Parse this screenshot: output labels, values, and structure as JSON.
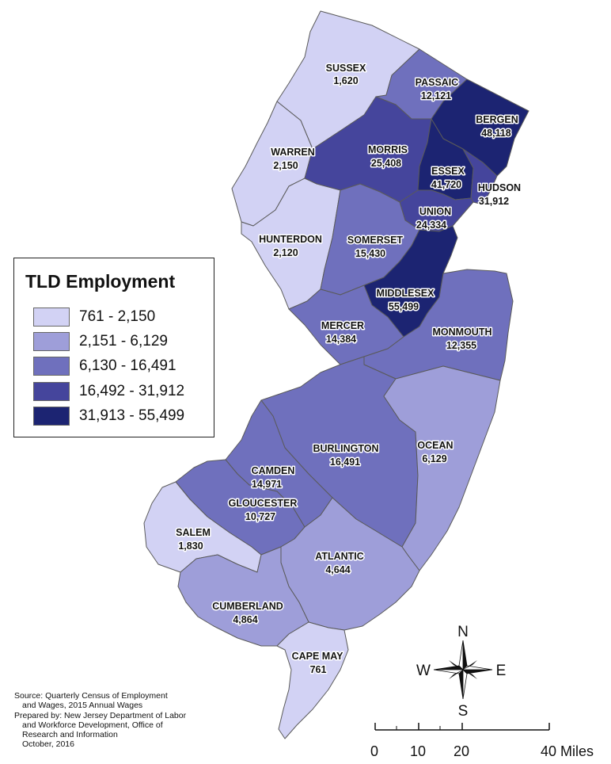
{
  "legend": {
    "title": "TLD Employment",
    "classes": [
      {
        "label": "761 - 2,150",
        "color": "#d2d2f4"
      },
      {
        "label": "2,151 - 6,129",
        "color": "#9e9ed9"
      },
      {
        "label": "6,130 - 16,491",
        "color": "#6f70bd"
      },
      {
        "label": "16,492 - 31,912",
        "color": "#45459c"
      },
      {
        "label": "31,913 - 55,499",
        "color": "#1c2472"
      }
    ]
  },
  "counties": {
    "sussex": {
      "name": "SUSSEX",
      "value": "1,620",
      "class": 0
    },
    "passaic": {
      "name": "PASSAIC",
      "value": "12,121",
      "class": 2
    },
    "bergen": {
      "name": "BERGEN",
      "value": "48,118",
      "class": 4
    },
    "warren": {
      "name": "WARREN",
      "value": "2,150",
      "class": 0
    },
    "morris": {
      "name": "MORRIS",
      "value": "25,408",
      "class": 3
    },
    "essex": {
      "name": "ESSEX",
      "value": "41,720",
      "class": 4
    },
    "hudson": {
      "name": "HUDSON",
      "value": "31,912",
      "class": 3
    },
    "union": {
      "name": "UNION",
      "value": "24,334",
      "class": 3
    },
    "hunterdon": {
      "name": "HUNTERDON",
      "value": "2,120",
      "class": 0
    },
    "somerset": {
      "name": "SOMERSET",
      "value": "15,430",
      "class": 2
    },
    "middlesex": {
      "name": "MIDDLESEX",
      "value": "55,499",
      "class": 4
    },
    "mercer": {
      "name": "MERCER",
      "value": "14,384",
      "class": 2
    },
    "monmouth": {
      "name": "MONMOUTH",
      "value": "12,355",
      "class": 2
    },
    "burlington": {
      "name": "BURLINGTON",
      "value": "16,491",
      "class": 2
    },
    "ocean": {
      "name": "OCEAN",
      "value": "6,129",
      "class": 1
    },
    "camden": {
      "name": "CAMDEN",
      "value": "14,971",
      "class": 2
    },
    "gloucester": {
      "name": "GLOUCESTER",
      "value": "10,727",
      "class": 2
    },
    "salem": {
      "name": "SALEM",
      "value": "1,830",
      "class": 0
    },
    "atlantic": {
      "name": "ATLANTIC",
      "value": "4,644",
      "class": 1
    },
    "cumberland": {
      "name": "CUMBERLAND",
      "value": "4,864",
      "class": 1
    },
    "cape_may": {
      "name": "CAPE MAY",
      "value": "761",
      "class": 0
    }
  },
  "compass": {
    "north": "N",
    "south": "S",
    "east": "E",
    "west": "W",
    "icon": "compass-rose-icon"
  },
  "scale_bar": {
    "ticks": [
      "0",
      "10",
      "20",
      "40 Miles"
    ]
  },
  "source_note": {
    "line1": "Source: Quarterly Census of Employment",
    "line2": "and Wages, 2015 Annual Wages",
    "line3": "Prepared by: New Jersey Department of Labor",
    "line4": "and Workforce Development, Office of",
    "line5": "Research and Information",
    "line6": "October, 2016"
  }
}
